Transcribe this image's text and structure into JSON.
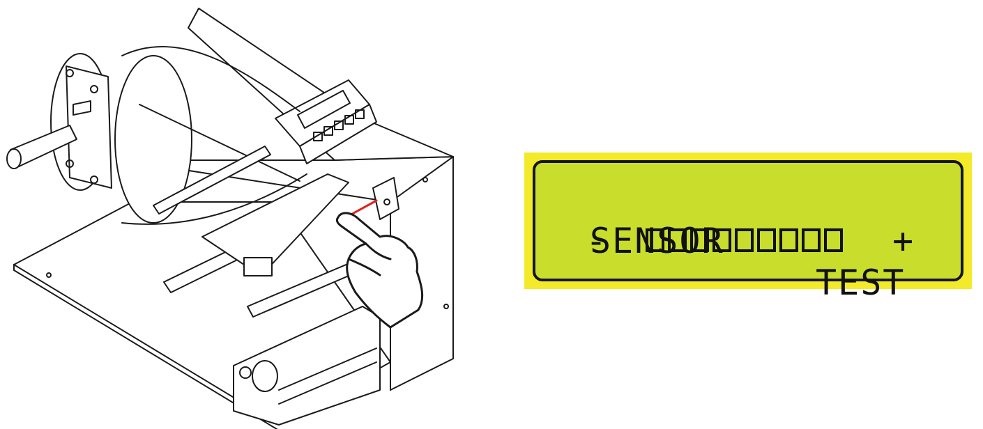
{
  "lcd": {
    "line1_left": "SENSOR",
    "line1_right": "TEST",
    "minus": "-",
    "plus": "+",
    "bar_segments_filled": 0,
    "bar_segments_total": 9,
    "colors": {
      "panel_background": "#c9de2c",
      "outer_background": "#f3ea2a",
      "text": "#111111",
      "sensor_beam": "#e02020"
    }
  },
  "illustration": {
    "subject": "label-applicator-with-hand-at-sensor"
  }
}
